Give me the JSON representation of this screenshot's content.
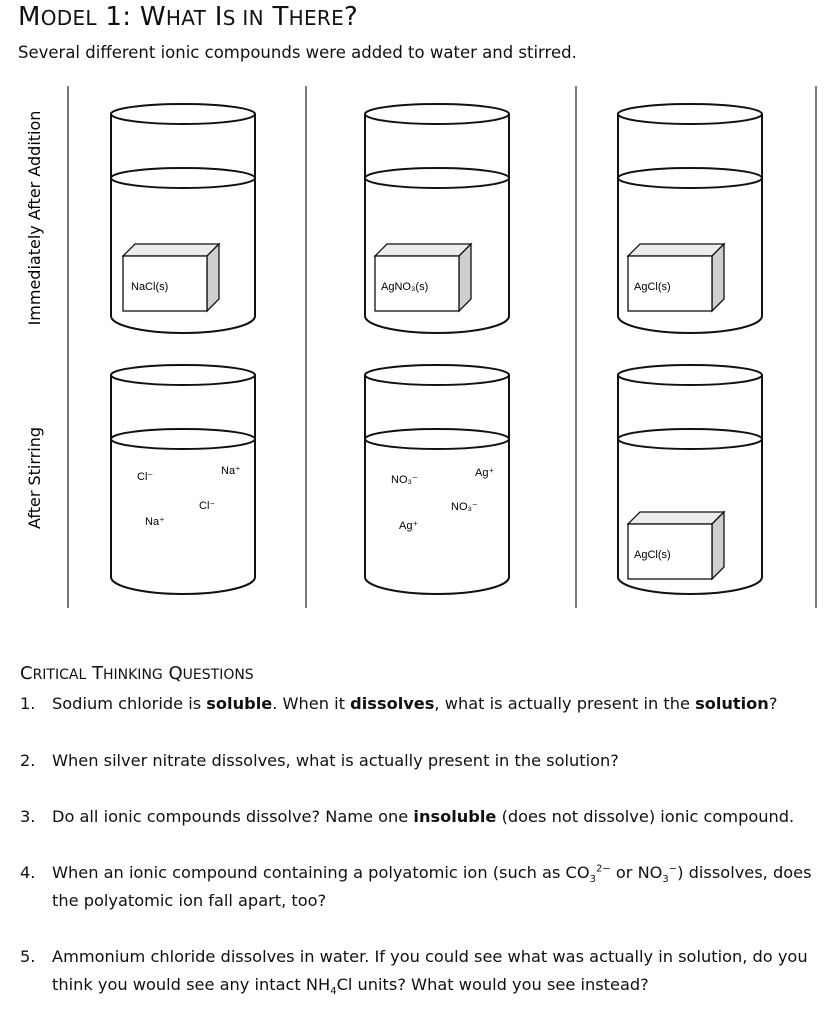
{
  "header": {
    "title": "Model 1: What Is in There?",
    "subtitle": "Several different ionic compounds were added to water and stirred."
  },
  "model": {
    "row_labels": [
      "Immediately After Addition",
      "After Stirring"
    ],
    "columns": [
      {
        "before_label": "NaCl(s)",
        "after_ions": [
          "Cl⁻",
          "Na⁺",
          "Cl⁻",
          "Na⁺"
        ]
      },
      {
        "before_label": "AgNO₃(s)",
        "after_ions": [
          "NO₃⁻",
          "Ag⁺",
          "NO₃⁻",
          "Ag⁺"
        ]
      },
      {
        "before_label": "AgCl(s)",
        "after_label": "AgCl(s)"
      }
    ]
  },
  "critical_thinking": {
    "title": "Critical Thinking Questions",
    "questions": [
      {
        "num": "1.",
        "parts": [
          {
            "t": "Sodium chloride is "
          },
          {
            "t": "soluble",
            "b": true
          },
          {
            "t": ".  When it "
          },
          {
            "t": "dissolves",
            "b": true
          },
          {
            "t": ", what is actually present in the "
          },
          {
            "t": "solution",
            "b": true
          },
          {
            "t": "?"
          }
        ]
      },
      {
        "num": "2.",
        "parts": [
          {
            "t": "When silver nitrate dissolves, what is actually present in the solution?"
          }
        ]
      },
      {
        "num": "3.",
        "parts": [
          {
            "t": "Do all ionic compounds dissolve?  Name one "
          },
          {
            "t": "insoluble",
            "b": true
          },
          {
            "t": " (does not dissolve) ionic compound."
          }
        ]
      },
      {
        "num": "4.",
        "parts": [
          {
            "t": "When an ionic compound containing a polyatomic ion (such as CO"
          },
          {
            "t": "3",
            "sub": true
          },
          {
            "t": "2−",
            "sup": true
          },
          {
            "t": " or NO"
          },
          {
            "t": "3",
            "sub": true
          },
          {
            "t": "−",
            "sup": true
          },
          {
            "t": ") dissolves, does the polyatomic ion fall apart, too?"
          }
        ]
      },
      {
        "num": "5.",
        "parts": [
          {
            "t": "Ammonium chloride dissolves in water.  If you could see what was actually in solution, do you think you would see any intact NH"
          },
          {
            "t": "4",
            "sub": true
          },
          {
            "t": "Cl units?  What would you see instead?"
          }
        ]
      }
    ]
  }
}
